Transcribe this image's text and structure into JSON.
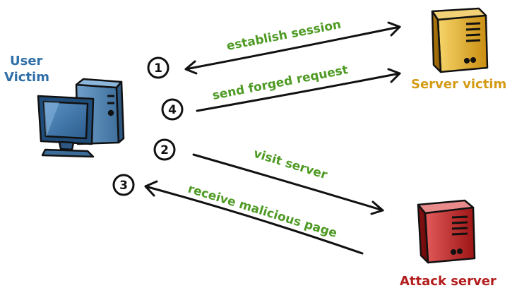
{
  "actors": {
    "user": {
      "line1": "User",
      "line2": "Victim",
      "icon": "computer-icon",
      "color": "#2f6fa8"
    },
    "server_victim": {
      "label": "Server victim",
      "icon": "server-icon",
      "color": "#d49a14"
    },
    "attack_server": {
      "label": "Attack server",
      "icon": "server-icon",
      "color": "#b31c1c"
    }
  },
  "steps": [
    {
      "number": "1",
      "label": "establish session"
    },
    {
      "number": "4",
      "label": "send forged request"
    },
    {
      "number": "2",
      "label": "visit server"
    },
    {
      "number": "3",
      "label": "receive malicious page"
    }
  ],
  "colors": {
    "label": "#4e9a24",
    "arrow": "#111111"
  }
}
